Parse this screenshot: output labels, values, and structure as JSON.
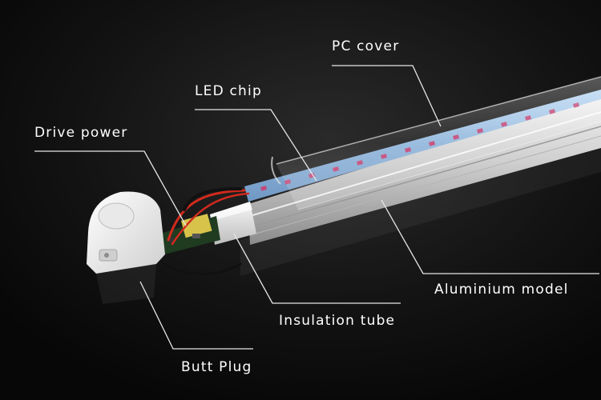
{
  "labels": {
    "pc_cover": "PC cover",
    "led_chip": "LED chip",
    "drive_power": "Drive power",
    "aluminium_model": "Aluminium model",
    "insulation_tube": "Insulation tube",
    "butt_plug": "Butt Plug"
  },
  "colors": {
    "background": "#0b0b0b",
    "label_text": "#ffffff",
    "leader_line": "#e6e6e6",
    "led_chip": "#c24a7a",
    "led_strip": "#8fb7df",
    "aluminium": "#d8d8d8",
    "pcb": "#1f3b20",
    "wire_red": "#d22a1d"
  }
}
